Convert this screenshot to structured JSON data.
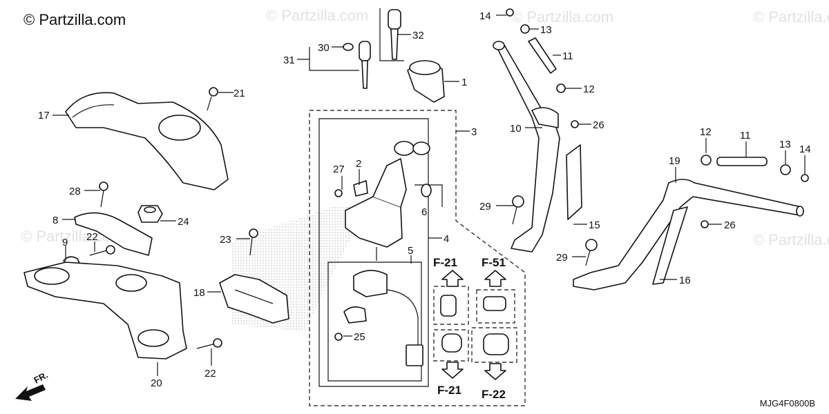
{
  "copyright": "© Partzilla.com",
  "watermark": "© Partzilla.com",
  "diagram_code": "MJG4F0800B",
  "front_label": "FR.",
  "labels": {
    "l1": "1",
    "l2": "2",
    "l3": "3",
    "l4": "4",
    "l5": "5",
    "l6": "6",
    "l8": "8",
    "l9": "9",
    "l10": "10",
    "l11a": "11",
    "l11b": "11",
    "l12a": "12",
    "l12b": "12",
    "l13a": "13",
    "l13b": "13",
    "l14a": "14",
    "l14b": "14",
    "l15": "15",
    "l16": "16",
    "l17": "17",
    "l18": "18",
    "l19": "19",
    "l20": "20",
    "l21": "21",
    "l22a": "22",
    "l22b": "22",
    "l23": "23",
    "l24": "24",
    "l25": "25",
    "l26a": "26",
    "l26b": "26",
    "l27": "27",
    "l28": "28",
    "l29a": "29",
    "l29b": "29",
    "l30": "30",
    "l31": "31",
    "l32": "32"
  },
  "references": {
    "ref_f21_top": "F-21",
    "ref_f51_top": "F-51",
    "ref_f21_bottom": "F-21",
    "ref_f22_bottom": "F-22"
  }
}
